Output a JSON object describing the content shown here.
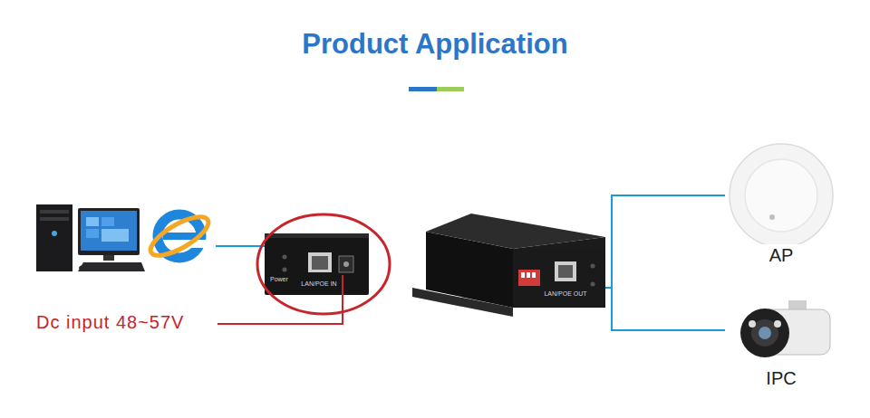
{
  "diagram": {
    "title": "Product Application",
    "nodes": [
      {
        "text": [
          "Power",
          "LAN/POE IN"
        ]
      },
      {
        "text": [
          "LAN/POE OUT"
        ]
      },
      {
        "text": [
          "AP"
        ]
      },
      {
        "text": [
          "IPC"
        ]
      }
    ],
    "edges": [
      {
        "from": 1,
        "to": 2,
        "arrow": "none"
      },
      {
        "from": 1,
        "to": 3,
        "arrow": "none"
      }
    ],
    "labels": [
      "Dc input 48~57V"
    ]
  }
}
